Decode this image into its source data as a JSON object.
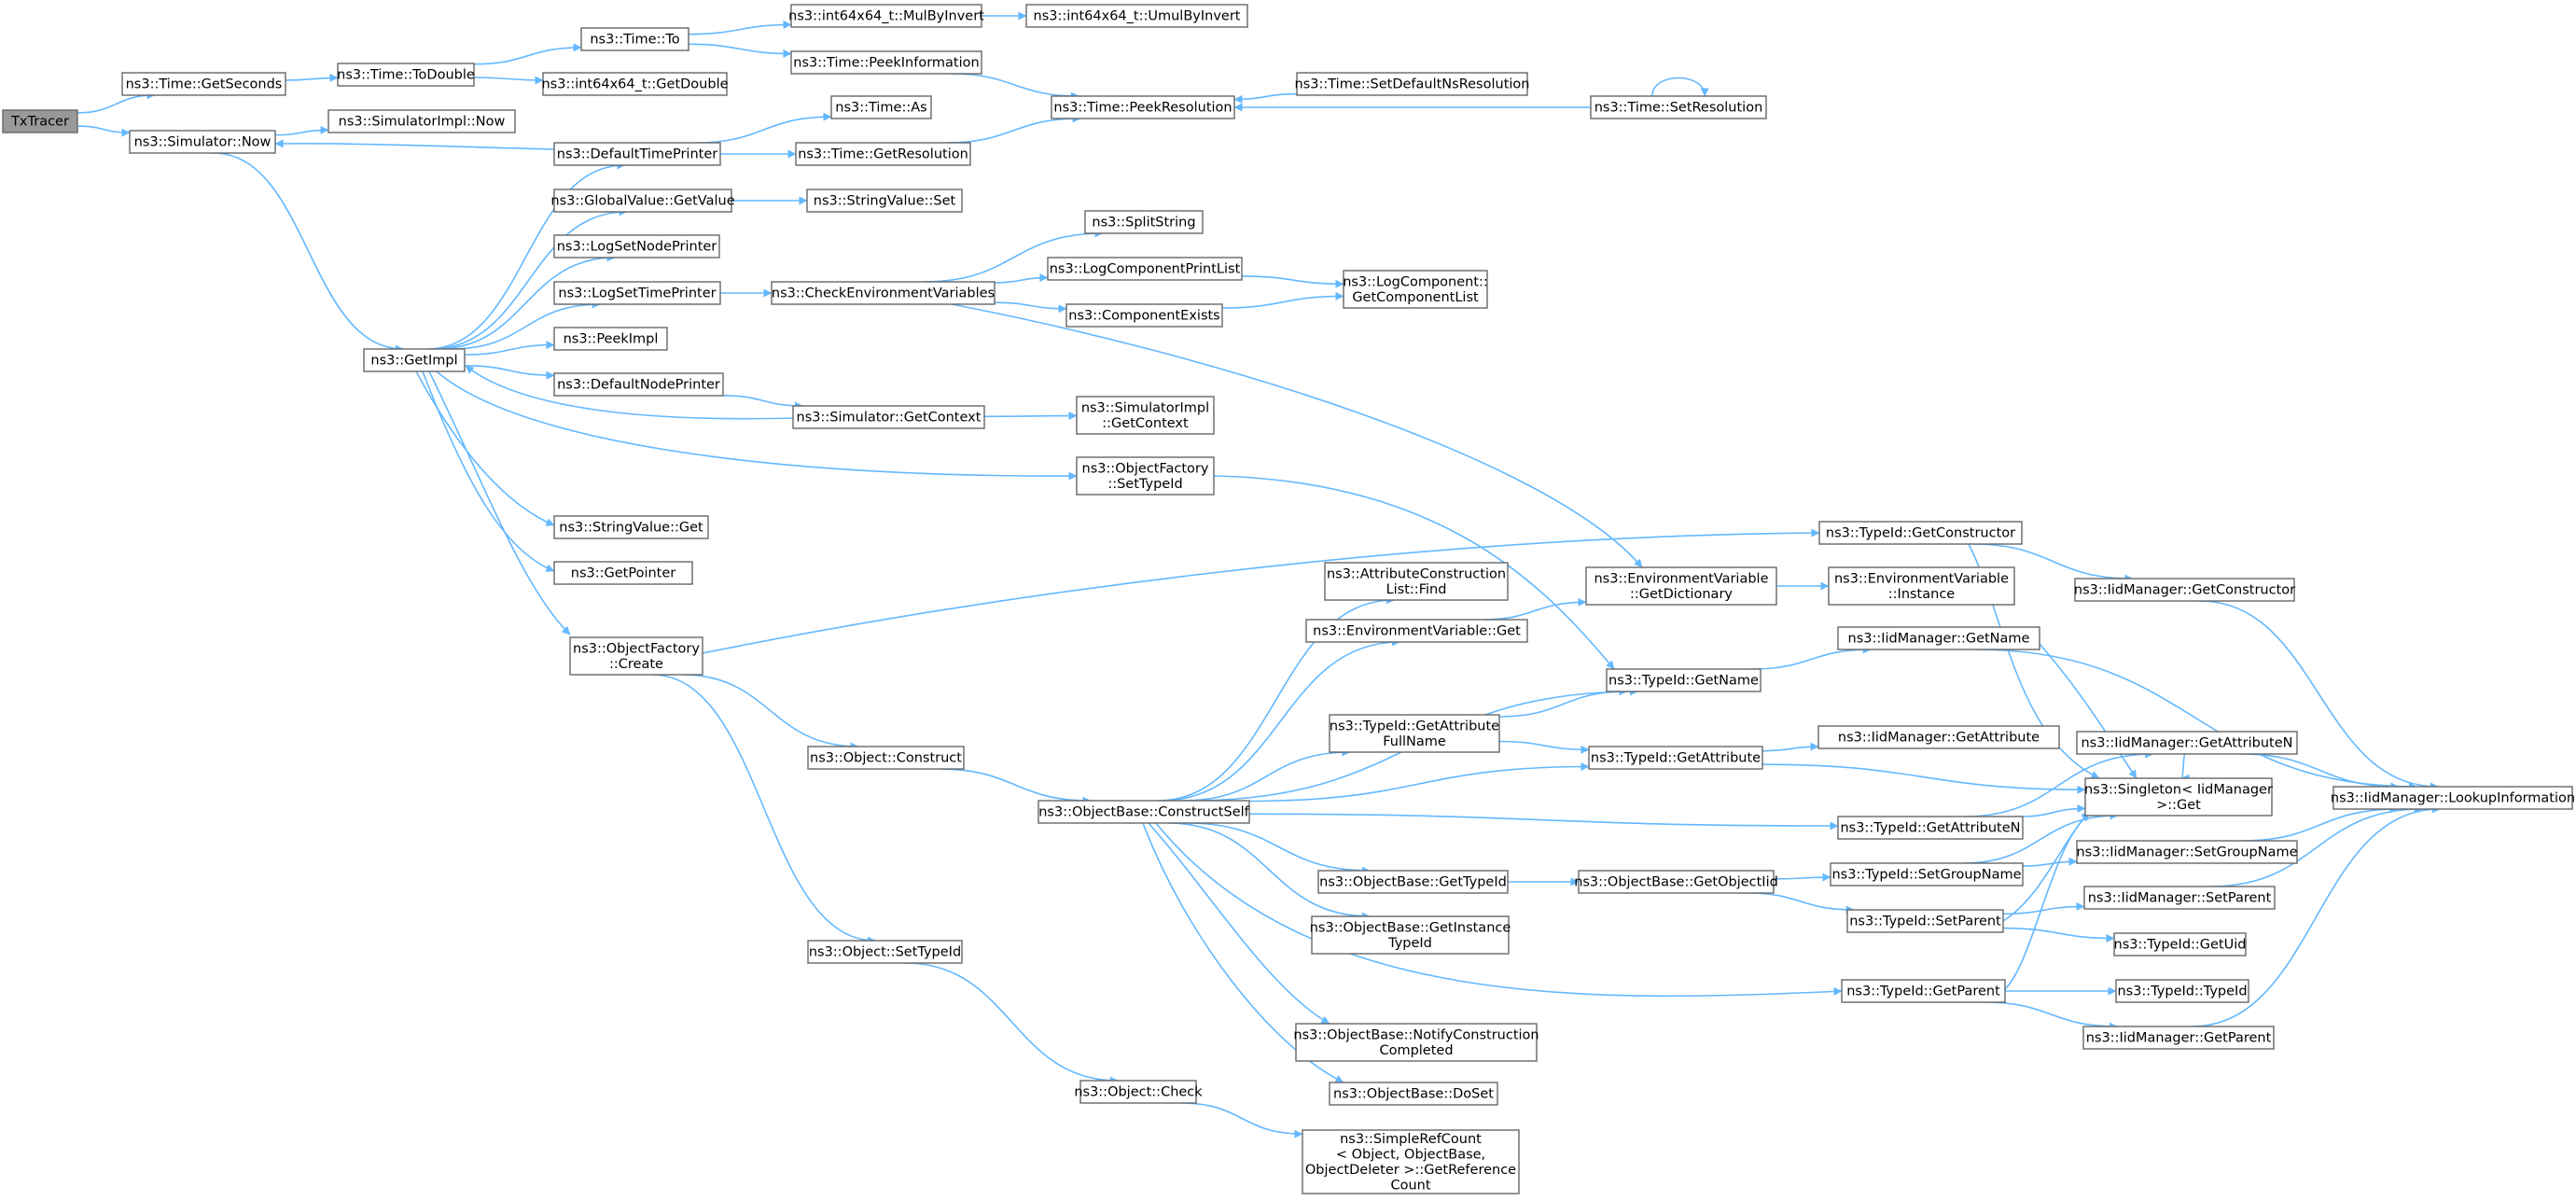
{
  "graph": {
    "edge_color": "#63b8ff",
    "root_fill": "#999999",
    "node_border": "#666666",
    "nodes": [
      {
        "id": "n0",
        "lines": [
          "TxTracer"
        ],
        "root": true
      },
      {
        "id": "n1",
        "lines": [
          "ns3::Time::GetSeconds"
        ]
      },
      {
        "id": "n2",
        "lines": [
          "ns3::Simulator::Now"
        ]
      },
      {
        "id": "n3",
        "lines": [
          "ns3::Time::ToDouble"
        ]
      },
      {
        "id": "n4",
        "lines": [
          "ns3::Time::To"
        ]
      },
      {
        "id": "n5",
        "lines": [
          "ns3::int64x64_t::GetDouble"
        ]
      },
      {
        "id": "n6",
        "lines": [
          "ns3::int64x64_t::MulByInvert"
        ]
      },
      {
        "id": "n7",
        "lines": [
          "ns3::int64x64_t::UmulByInvert"
        ]
      },
      {
        "id": "n8",
        "lines": [
          "ns3::Time::PeekInformation"
        ]
      },
      {
        "id": "n9",
        "lines": [
          "ns3::Time::PeekResolution"
        ]
      },
      {
        "id": "n10",
        "lines": [
          "ns3::Time::SetDefaultNsResolution"
        ]
      },
      {
        "id": "n11",
        "lines": [
          "ns3::Time::SetResolution"
        ]
      },
      {
        "id": "n12",
        "lines": [
          "ns3::SimulatorImpl::Now"
        ]
      },
      {
        "id": "n13",
        "lines": [
          "ns3::DefaultTimePrinter"
        ]
      },
      {
        "id": "n14",
        "lines": [
          "ns3::Time::As"
        ]
      },
      {
        "id": "n15",
        "lines": [
          "ns3::Time::GetResolution"
        ]
      },
      {
        "id": "n16",
        "lines": [
          "ns3::GetImpl"
        ]
      },
      {
        "id": "n17",
        "lines": [
          "ns3::GlobalValue::GetValue"
        ]
      },
      {
        "id": "n18",
        "lines": [
          "ns3::StringValue::Set"
        ]
      },
      {
        "id": "n19",
        "lines": [
          "ns3::LogSetNodePrinter"
        ]
      },
      {
        "id": "n20",
        "lines": [
          "ns3::LogSetTimePrinter"
        ]
      },
      {
        "id": "n21",
        "lines": [
          "ns3::CheckEnvironmentVariables"
        ]
      },
      {
        "id": "n22",
        "lines": [
          "ns3::SplitString"
        ]
      },
      {
        "id": "n23",
        "lines": [
          "ns3::LogComponentPrintList"
        ]
      },
      {
        "id": "n24",
        "lines": [
          "ns3::LogComponent::",
          "GetComponentList"
        ]
      },
      {
        "id": "n25",
        "lines": [
          "ns3::ComponentExists"
        ]
      },
      {
        "id": "n26",
        "lines": [
          "ns3::PeekImpl"
        ]
      },
      {
        "id": "n27",
        "lines": [
          "ns3::DefaultNodePrinter"
        ]
      },
      {
        "id": "n28",
        "lines": [
          "ns3::Simulator::GetContext"
        ]
      },
      {
        "id": "n29",
        "lines": [
          "ns3::SimulatorImpl",
          "::GetContext"
        ]
      },
      {
        "id": "n30",
        "lines": [
          "ns3::ObjectFactory",
          "::SetTypeId"
        ]
      },
      {
        "id": "n31",
        "lines": [
          "ns3::StringValue::Get"
        ]
      },
      {
        "id": "n32",
        "lines": [
          "ns3::GetPointer"
        ]
      },
      {
        "id": "n33",
        "lines": [
          "ns3::ObjectFactory",
          "::Create"
        ]
      },
      {
        "id": "n34",
        "lines": [
          "ns3::TypeId::GetConstructor"
        ]
      },
      {
        "id": "n35",
        "lines": [
          "ns3::IidManager::GetConstructor"
        ]
      },
      {
        "id": "n36",
        "lines": [
          "ns3::AttributeConstruction",
          "List::Find"
        ]
      },
      {
        "id": "n37",
        "lines": [
          "ns3::EnvironmentVariable",
          "::GetDictionary"
        ]
      },
      {
        "id": "n38",
        "lines": [
          "ns3::EnvironmentVariable",
          "::Instance"
        ]
      },
      {
        "id": "n39",
        "lines": [
          "ns3::EnvironmentVariable::Get"
        ]
      },
      {
        "id": "n40",
        "lines": [
          "ns3::IidManager::GetName"
        ]
      },
      {
        "id": "n41",
        "lines": [
          "ns3::TypeId::GetName"
        ]
      },
      {
        "id": "n42",
        "lines": [
          "ns3::TypeId::GetAttribute",
          "FullName"
        ]
      },
      {
        "id": "n43",
        "lines": [
          "ns3::IidManager::GetAttribute"
        ]
      },
      {
        "id": "n44",
        "lines": [
          "ns3::TypeId::GetAttribute"
        ]
      },
      {
        "id": "n45",
        "lines": [
          "ns3::IidManager::GetAttributeN"
        ]
      },
      {
        "id": "n46",
        "lines": [
          "ns3::Object::Construct"
        ]
      },
      {
        "id": "n47",
        "lines": [
          "ns3::Singleton< IidManager",
          ">::Get"
        ]
      },
      {
        "id": "n48",
        "lines": [
          "ns3::IidManager::LookupInformation"
        ]
      },
      {
        "id": "n49",
        "lines": [
          "ns3::ObjectBase::ConstructSelf"
        ]
      },
      {
        "id": "n50",
        "lines": [
          "ns3::TypeId::GetAttributeN"
        ]
      },
      {
        "id": "n51",
        "lines": [
          "ns3::IidManager::SetGroupName"
        ]
      },
      {
        "id": "n52",
        "lines": [
          "ns3::ObjectBase::GetTypeId"
        ]
      },
      {
        "id": "n53",
        "lines": [
          "ns3::ObjectBase::GetObjectIid"
        ]
      },
      {
        "id": "n54",
        "lines": [
          "ns3::TypeId::SetGroupName"
        ]
      },
      {
        "id": "n55",
        "lines": [
          "ns3::IidManager::SetParent"
        ]
      },
      {
        "id": "n56",
        "lines": [
          "ns3::TypeId::SetParent"
        ]
      },
      {
        "id": "n57",
        "lines": [
          "ns3::ObjectBase::GetInstance",
          "TypeId"
        ]
      },
      {
        "id": "n58",
        "lines": [
          "ns3::TypeId::GetUid"
        ]
      },
      {
        "id": "n59",
        "lines": [
          "ns3::Object::SetTypeId"
        ]
      },
      {
        "id": "n60",
        "lines": [
          "ns3::TypeId::GetParent"
        ]
      },
      {
        "id": "n61",
        "lines": [
          "ns3::TypeId::TypeId"
        ]
      },
      {
        "id": "n62",
        "lines": [
          "ns3::ObjectBase::NotifyConstruction",
          "Completed"
        ]
      },
      {
        "id": "n63",
        "lines": [
          "ns3::IidManager::GetParent"
        ]
      },
      {
        "id": "n64",
        "lines": [
          "ns3::Object::Check"
        ]
      },
      {
        "id": "n65",
        "lines": [
          "ns3::ObjectBase::DoSet"
        ]
      },
      {
        "id": "n66",
        "lines": [
          "ns3::SimpleRefCount",
          "< Object, ObjectBase,",
          "ObjectDeleter >::GetReference",
          "Count"
        ]
      }
    ],
    "edges": [
      [
        "n0",
        "n1"
      ],
      [
        "n0",
        "n2"
      ],
      [
        "n1",
        "n3"
      ],
      [
        "n3",
        "n4"
      ],
      [
        "n3",
        "n5"
      ],
      [
        "n4",
        "n6"
      ],
      [
        "n4",
        "n8"
      ],
      [
        "n6",
        "n7"
      ],
      [
        "n8",
        "n9"
      ],
      [
        "n10",
        "n9"
      ],
      [
        "n11",
        "n9"
      ],
      [
        "n11",
        "n11"
      ],
      [
        "n2",
        "n12"
      ],
      [
        "n2",
        "n16"
      ],
      [
        "n13",
        "n2"
      ],
      [
        "n13",
        "n14"
      ],
      [
        "n13",
        "n15"
      ],
      [
        "n15",
        "n9"
      ],
      [
        "n16",
        "n13"
      ],
      [
        "n16",
        "n17"
      ],
      [
        "n17",
        "n18"
      ],
      [
        "n16",
        "n19"
      ],
      [
        "n16",
        "n20"
      ],
      [
        "n20",
        "n21"
      ],
      [
        "n21",
        "n22"
      ],
      [
        "n21",
        "n23"
      ],
      [
        "n21",
        "n25"
      ],
      [
        "n21",
        "n37"
      ],
      [
        "n23",
        "n24"
      ],
      [
        "n25",
        "n24"
      ],
      [
        "n16",
        "n26"
      ],
      [
        "n16",
        "n27"
      ],
      [
        "n27",
        "n28"
      ],
      [
        "n28",
        "n16"
      ],
      [
        "n28",
        "n29"
      ],
      [
        "n16",
        "n30"
      ],
      [
        "n30",
        "n41"
      ],
      [
        "n16",
        "n31"
      ],
      [
        "n16",
        "n32"
      ],
      [
        "n16",
        "n33"
      ],
      [
        "n33",
        "n34"
      ],
      [
        "n34",
        "n35"
      ],
      [
        "n34",
        "n47"
      ],
      [
        "n35",
        "n48"
      ],
      [
        "n33",
        "n46"
      ],
      [
        "n33",
        "n59"
      ],
      [
        "n46",
        "n49"
      ],
      [
        "n37",
        "n38"
      ],
      [
        "n39",
        "n37"
      ],
      [
        "n40",
        "n48"
      ],
      [
        "n40",
        "n47"
      ],
      [
        "n41",
        "n40"
      ],
      [
        "n42",
        "n41"
      ],
      [
        "n42",
        "n44"
      ],
      [
        "n44",
        "n43"
      ],
      [
        "n44",
        "n47"
      ],
      [
        "n45",
        "n48"
      ],
      [
        "n45",
        "n47"
      ],
      [
        "n49",
        "n36"
      ],
      [
        "n49",
        "n39"
      ],
      [
        "n49",
        "n41"
      ],
      [
        "n49",
        "n42"
      ],
      [
        "n49",
        "n44"
      ],
      [
        "n49",
        "n50"
      ],
      [
        "n49",
        "n52"
      ],
      [
        "n49",
        "n57"
      ],
      [
        "n49",
        "n60"
      ],
      [
        "n49",
        "n62"
      ],
      [
        "n49",
        "n65"
      ],
      [
        "n50",
        "n45"
      ],
      [
        "n50",
        "n47"
      ],
      [
        "n51",
        "n48"
      ],
      [
        "n52",
        "n53"
      ],
      [
        "n53",
        "n54"
      ],
      [
        "n53",
        "n56"
      ],
      [
        "n54",
        "n51"
      ],
      [
        "n54",
        "n47"
      ],
      [
        "n55",
        "n48"
      ],
      [
        "n56",
        "n55"
      ],
      [
        "n56",
        "n58"
      ],
      [
        "n56",
        "n47"
      ],
      [
        "n59",
        "n64"
      ],
      [
        "n60",
        "n61"
      ],
      [
        "n60",
        "n63"
      ],
      [
        "n60",
        "n47"
      ],
      [
        "n63",
        "n48"
      ],
      [
        "n64",
        "n66"
      ]
    ]
  }
}
